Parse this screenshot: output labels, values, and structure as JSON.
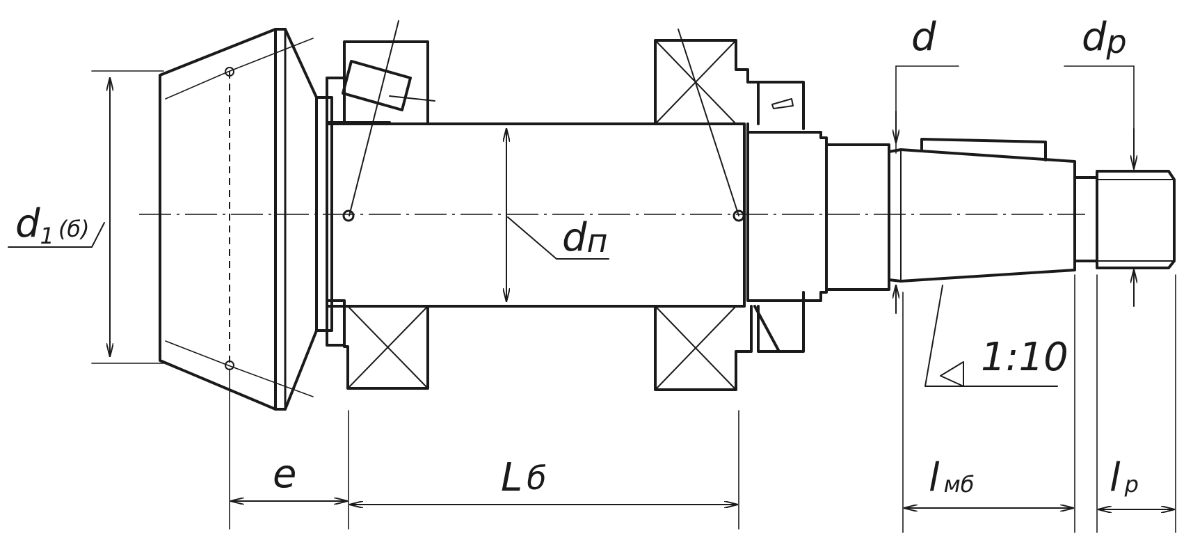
{
  "labels": {
    "d1_main": "d",
    "d1_sub": "1",
    "d1_paren": "(б)",
    "dp_main": "d",
    "dp_sub": "п",
    "d": "d",
    "dr_main": "d",
    "dr_sub": "р",
    "taper": "1:10",
    "e": "e",
    "Lb_main": "L",
    "Lb_sub": "б",
    "lmb_main": "l",
    "lmb_sub": "мб",
    "lr_main": "l",
    "lr_sub": "р"
  }
}
